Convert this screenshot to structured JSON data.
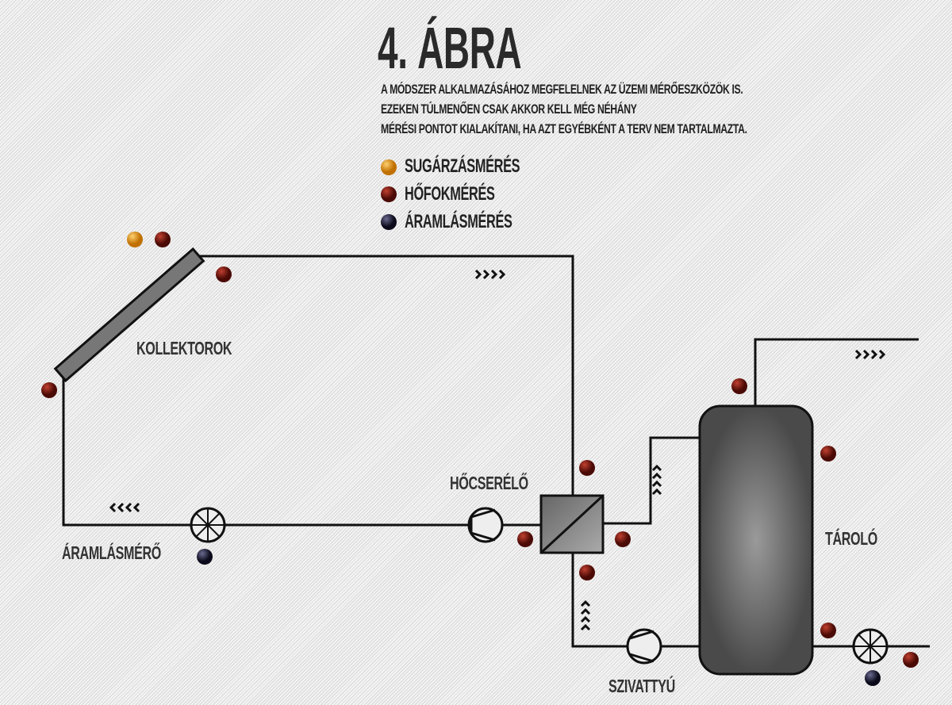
{
  "title": "4. ÁBRA",
  "description": [
    "A MÓDSZER ALKALMAZÁSÁHOZ MEGFELELNEK AZ ÜZEMI MÉRŐESZKÖZÖK IS.",
    "EZEKEN TÚLMENŐEN CSAK AKKOR KELL MÉG NÉHÁNY",
    "MÉRÉSI PONTOT KIALAKÍTANI, HA AZT EGYÉBKÉNT A TERV NEM TARTALMAZTA."
  ],
  "legend": [
    {
      "label": "SUGÁRZÁSMÉRÉS",
      "color": "#f0a020"
    },
    {
      "label": "HŐFOKMÉRÉS",
      "color": "#8a1a10"
    },
    {
      "label": "ÁRAMLÁSMÉRÉS",
      "color": "#20203a"
    }
  ],
  "labels": {
    "collectors": "KOLLEKTOROK",
    "heat_exchanger": "HŐCSERÉLŐ",
    "flow_meter": "ÁRAMLÁSMÉRŐ",
    "storage": "TÁROLÓ",
    "pump": "SZIVATTYÚ"
  }
}
